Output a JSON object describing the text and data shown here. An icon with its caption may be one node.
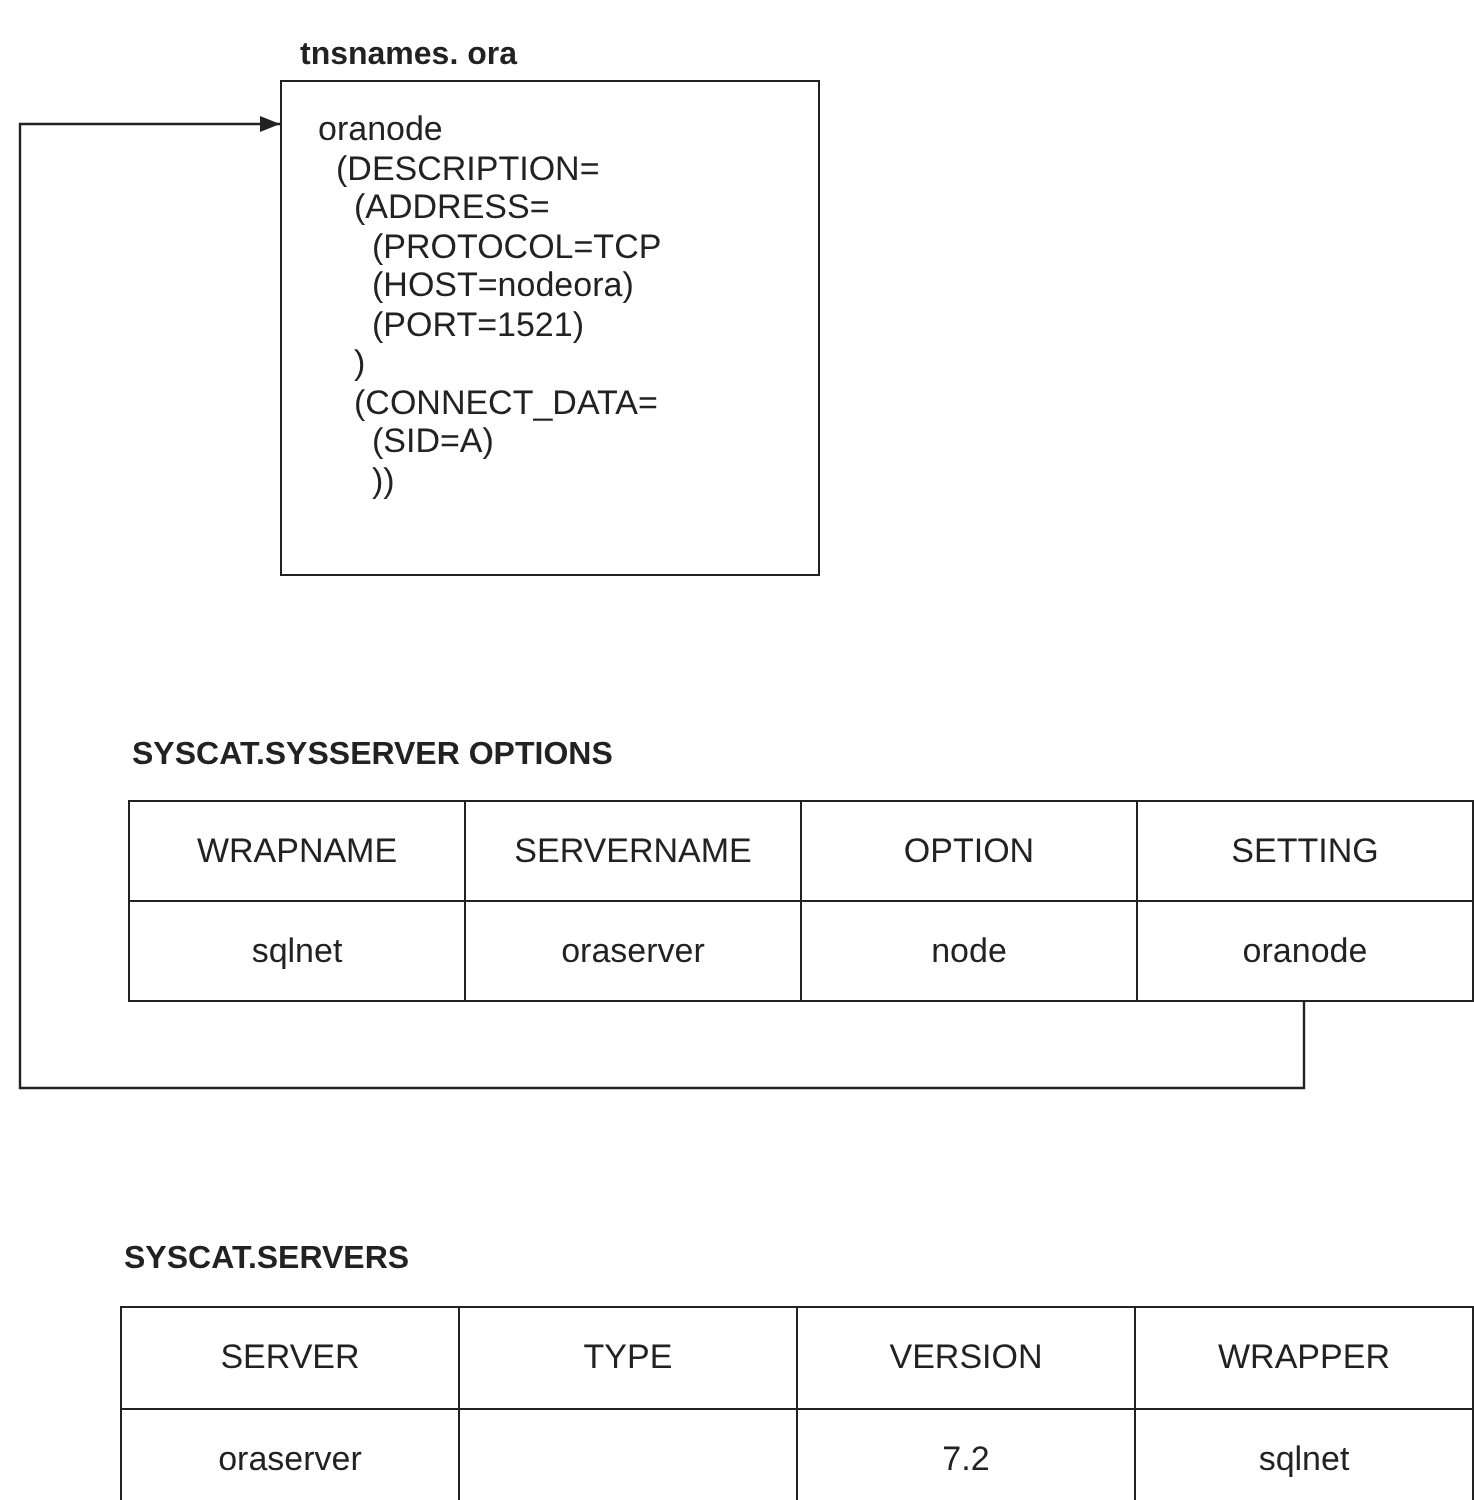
{
  "diagram": {
    "nodes": [
      {
        "text": [
          "tnsnames. ora",
          "oranode",
          "(DESCRIPTION=",
          "(ADDRESS=",
          "(PROTOCOL=TCP",
          "(HOST=nodeora)",
          "(PORT=1521)",
          ")",
          "(CONNECT_DATA=",
          "(SID=A)",
          "))"
        ]
      },
      {
        "text": [
          "oranode"
        ]
      }
    ],
    "edges": [
      {
        "from": 1,
        "to": 0,
        "arrow": "to"
      }
    ],
    "labels": [
      "SYSCAT.SYSSERVER OPTIONS",
      "WRAPNAME",
      "SERVERNAME",
      "OPTION",
      "SETTING",
      "sqlnet",
      "oraserver",
      "node",
      "SYSCAT.SERVERS",
      "SERVER",
      "TYPE",
      "VERSION",
      "WRAPPER",
      "oraserver",
      "7.2",
      "sqlnet"
    ]
  }
}
